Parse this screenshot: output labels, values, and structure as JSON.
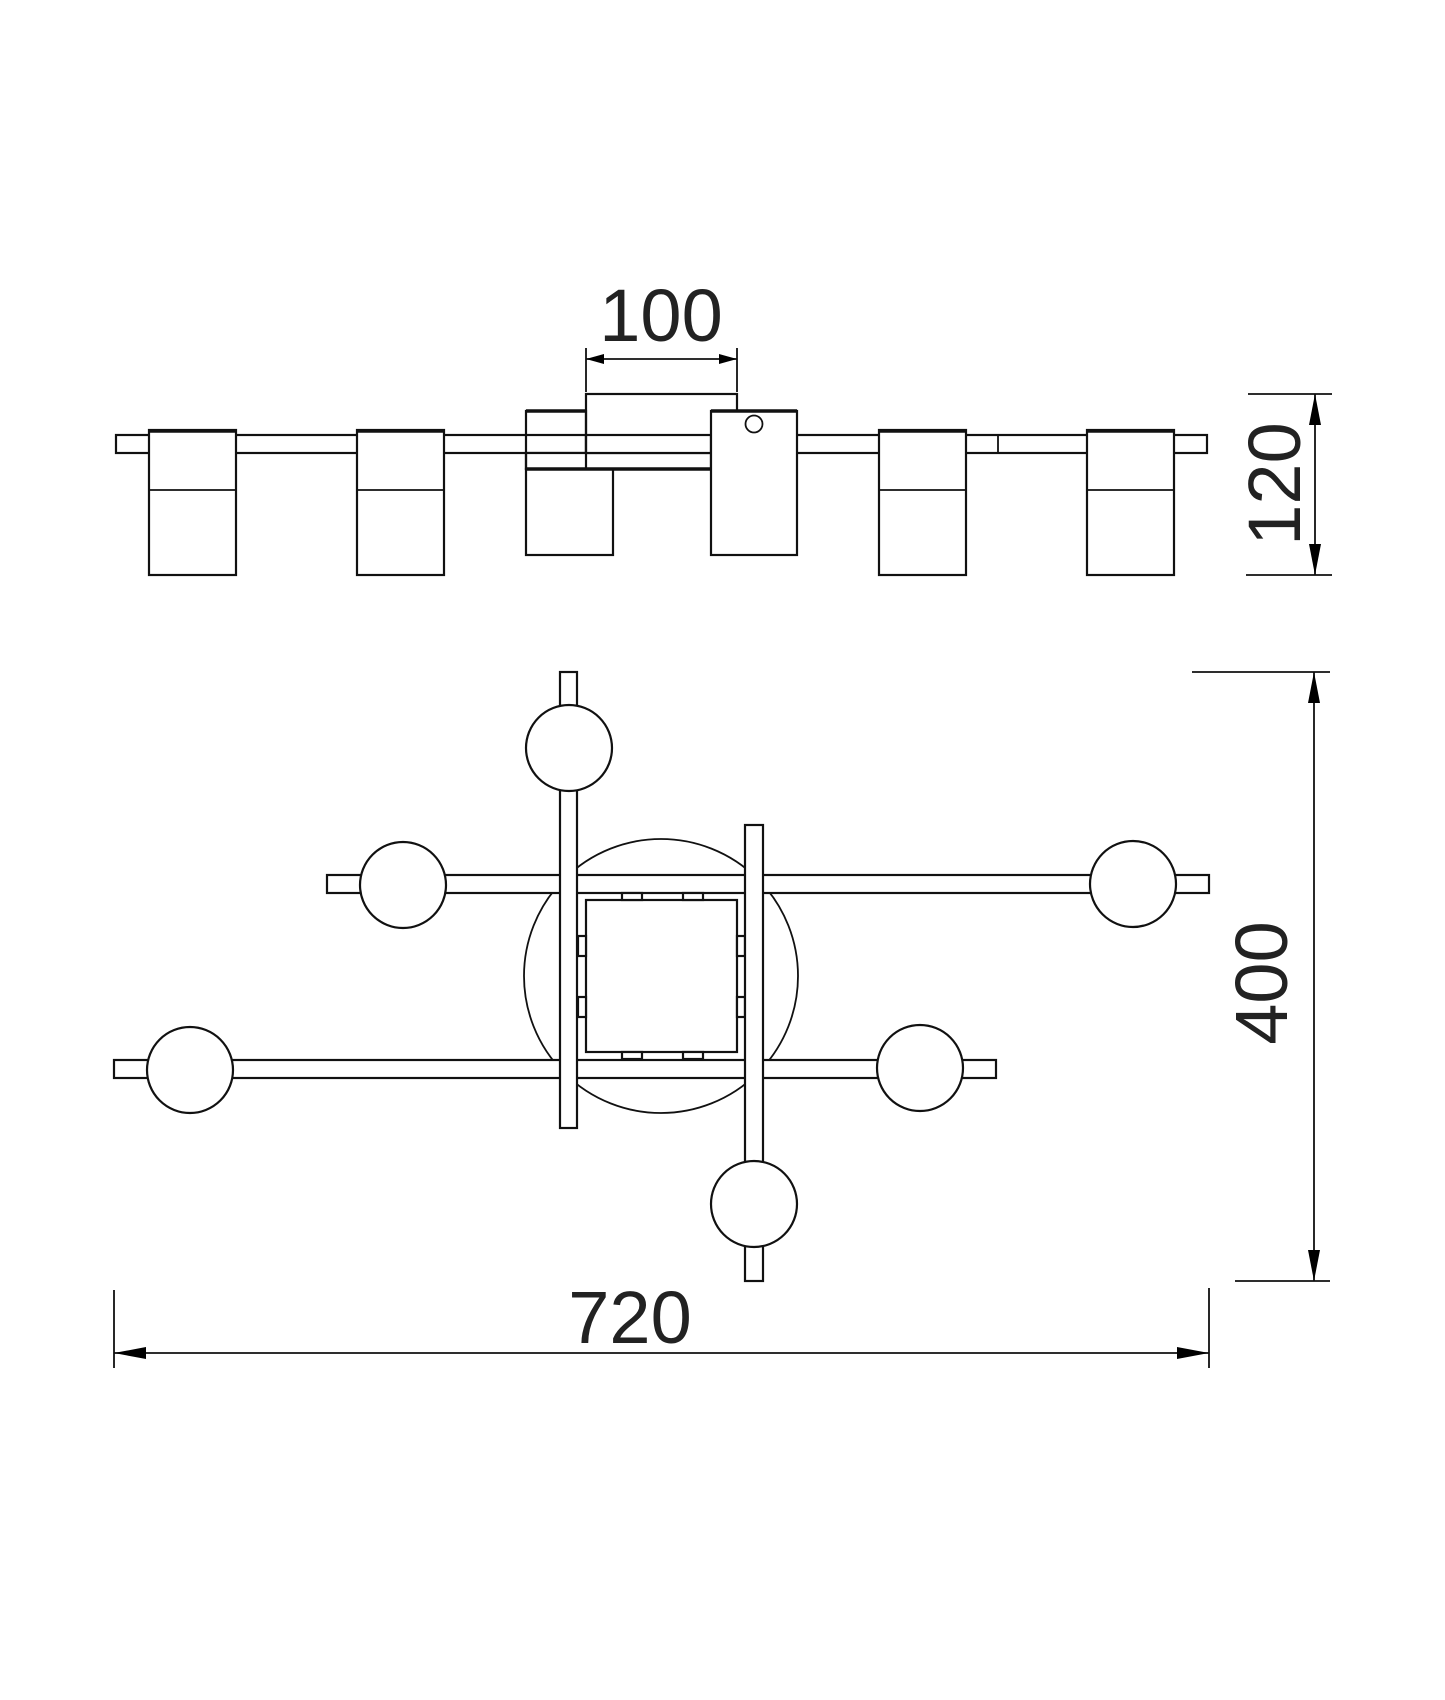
{
  "drawing": {
    "type": "technical dimension drawing",
    "subject": "six-light ceiling fitting, side elevation and plan view",
    "line_color": "#111111",
    "background": "#ffffff"
  },
  "dimensions": {
    "canopy_width": {
      "label": "100",
      "value": 100,
      "unit": "mm"
    },
    "height": {
      "label": "120",
      "value": 120,
      "unit": "mm"
    },
    "depth": {
      "label": "400",
      "value": 400,
      "unit": "mm"
    },
    "width": {
      "label": "720",
      "value": 720,
      "unit": "mm"
    }
  },
  "side_view": {
    "light_heads": 6,
    "has_canopy": true
  },
  "plan_view": {
    "globes": 6,
    "central_square_mount": true,
    "central_round_plate": true
  }
}
